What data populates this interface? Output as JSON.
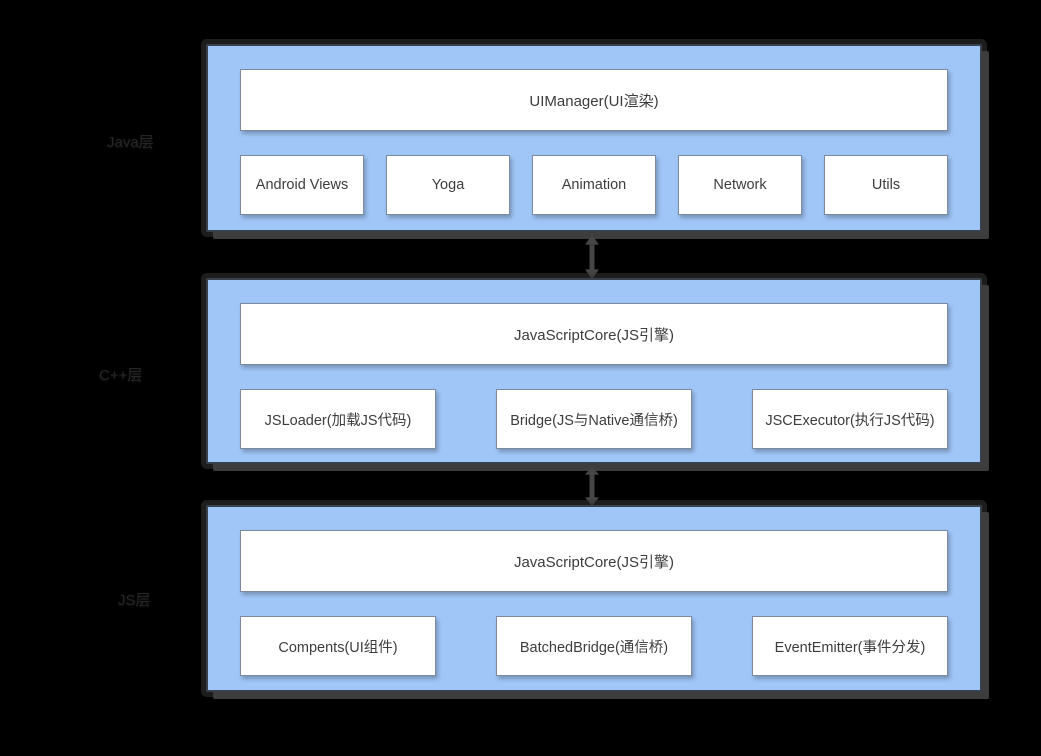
{
  "diagram": {
    "side_labels": [
      {
        "text": "Java层"
      },
      {
        "text": "C++层"
      },
      {
        "text": "JS层"
      }
    ],
    "layers": [
      {
        "title": "UIManager(UI渲染)",
        "boxes": [
          "Android Views",
          "Yoga",
          "Animation",
          "Network",
          "Utils"
        ]
      },
      {
        "title": "JavaScriptCore(JS引擎)",
        "boxes": [
          "JSLoader(加载JS代码)",
          "Bridge(JS与Native通信桥)",
          "JSCExecutor(执行JS代码)"
        ]
      },
      {
        "title": "JavaScriptCore(JS引擎)",
        "boxes": [
          "Compents(UI组件)",
          "BatchedBridge(通信桥)",
          "EventEmitter(事件分发)"
        ]
      }
    ],
    "colors": {
      "background": "#000000",
      "layer_fill": "#a0c6f8",
      "layer_border": "#39424c",
      "layer_shadow": "#3d3d3d",
      "box_fill": "#ffffff",
      "box_border": "#7b8b9d",
      "text": "#3d3d3d",
      "side_label": "#262626",
      "arrow": "#454545"
    }
  }
}
